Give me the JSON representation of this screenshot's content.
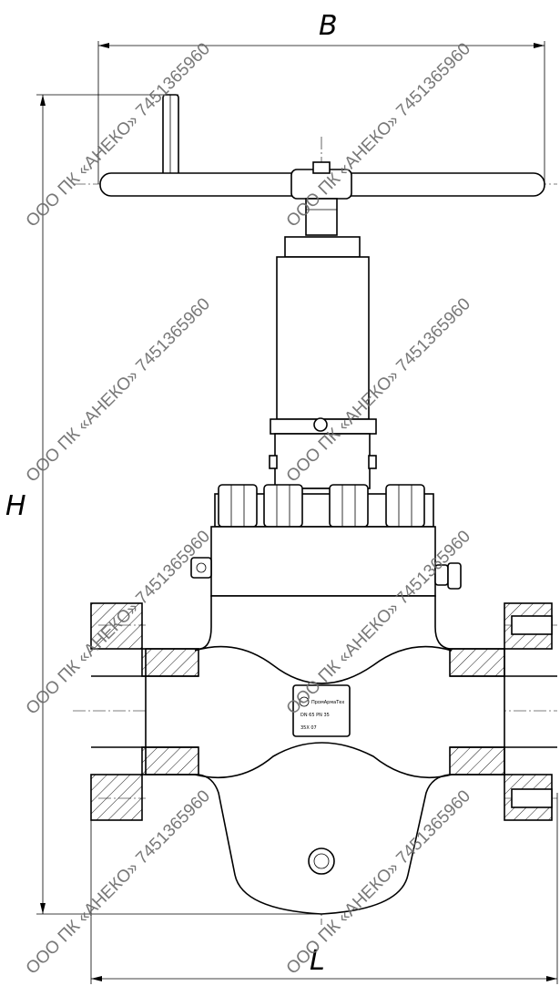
{
  "dimensions": {
    "width_label": "B",
    "height_label": "H",
    "length_label": "L"
  },
  "watermark": {
    "text": "ООО ПК «АНЕКО» 7451365960"
  },
  "nameplate": {
    "line1": "ПромАрмаТех",
    "line2": "DN 65 PN 35",
    "line3": "35X 07"
  },
  "colors": {
    "line": "#000000",
    "watermark": "#6a6a6a",
    "background": "#ffffff"
  }
}
